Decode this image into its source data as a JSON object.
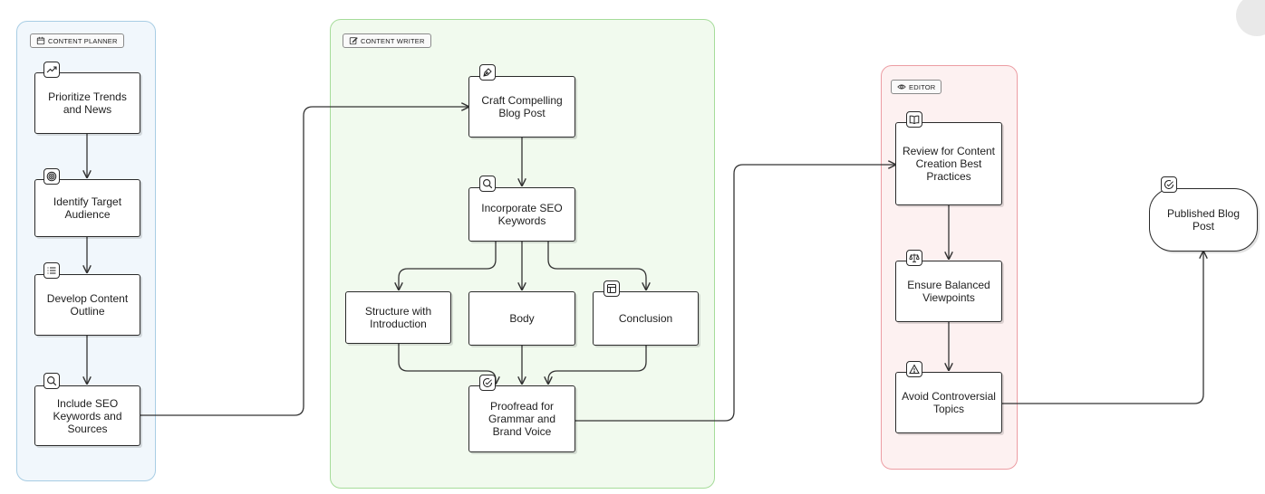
{
  "lanes": {
    "planner": {
      "title": "CONTENT PLANNER",
      "icon": "calendar-icon"
    },
    "writer": {
      "title": "CONTENT WRITER",
      "icon": "edit-icon"
    },
    "editor": {
      "title": "EDITOR",
      "icon": "eye-icon"
    }
  },
  "nodes": {
    "prioritize": {
      "label": "Prioritize Trends and News",
      "icon": "trending-up-icon"
    },
    "identify": {
      "label": "Identify Target Audience",
      "icon": "target-icon"
    },
    "outline": {
      "label": "Develop Content Outline",
      "icon": "list-icon"
    },
    "include_seo": {
      "label": "Include SEO Keywords and Sources",
      "icon": "search-icon"
    },
    "craft": {
      "label": "Craft Compelling Blog Post",
      "icon": "pen-tool-icon"
    },
    "incorporate": {
      "label": "Incorporate SEO Keywords",
      "icon": "search-icon"
    },
    "structure": {
      "label": "Structure with Introduction"
    },
    "body": {
      "label": "Body"
    },
    "conclusion": {
      "label": "Conclusion",
      "icon": "layout-icon"
    },
    "proofread": {
      "label": "Proofread for Grammar and Brand Voice",
      "icon": "check-circle-icon"
    },
    "review": {
      "label": "Review for Content Creation Best Practices",
      "icon": "book-icon"
    },
    "ensure": {
      "label": "Ensure Balanced Viewpoints",
      "icon": "scale-icon"
    },
    "avoid": {
      "label": "Avoid Controversial Topics",
      "icon": "alert-triangle-icon"
    },
    "published": {
      "label": "Published Blog Post",
      "icon": "check-circle-icon"
    }
  },
  "edges": [
    [
      "prioritize",
      "identify"
    ],
    [
      "identify",
      "outline"
    ],
    [
      "outline",
      "include_seo"
    ],
    [
      "include_seo",
      "craft"
    ],
    [
      "craft",
      "incorporate"
    ],
    [
      "incorporate",
      "structure"
    ],
    [
      "incorporate",
      "body"
    ],
    [
      "incorporate",
      "conclusion"
    ],
    [
      "structure",
      "proofread"
    ],
    [
      "body",
      "proofread"
    ],
    [
      "conclusion",
      "proofread"
    ],
    [
      "proofread",
      "review"
    ],
    [
      "review",
      "ensure"
    ],
    [
      "ensure",
      "avoid"
    ],
    [
      "avoid",
      "published"
    ]
  ],
  "colors": {
    "planner_fill": "#f1f7fc",
    "planner_border": "#a8cde4",
    "writer_fill": "#f1faee",
    "writer_border": "#a6dc9a",
    "editor_fill": "#fdf1f1",
    "editor_border": "#ec9da3",
    "node_border": "#2a2a2a",
    "edge": "#333333"
  }
}
